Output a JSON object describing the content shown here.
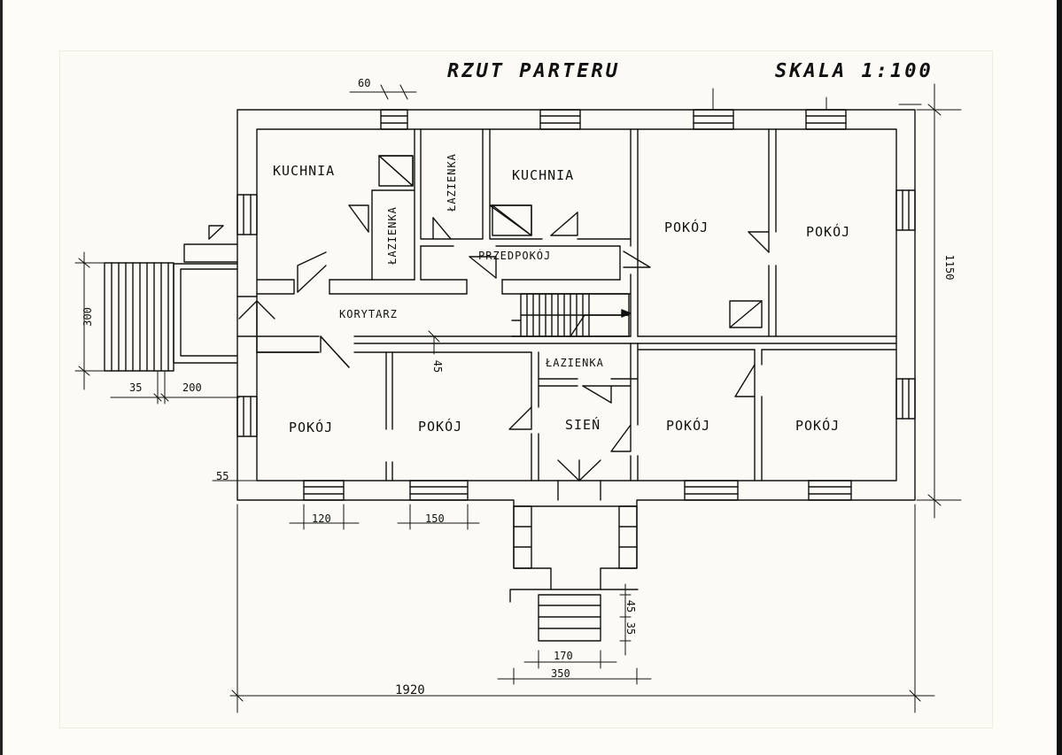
{
  "title": {
    "plan_name": "RZUT PARTERU",
    "scale": "SKALA 1:100"
  },
  "rooms": {
    "kitchen_left": "KUCHNIA",
    "kitchen_center": "KUCHNIA",
    "bathroom_left": "ŁAZIENKA",
    "bathroom_center": "ŁAZIENKA",
    "bathroom_south": "ŁAZIENKA",
    "hallway_small": "PRZEDPOKÓJ",
    "corridor": "KORYTARZ",
    "room_north_center": "POKÓJ",
    "room_north_right": "POKÓJ",
    "room_south_1": "POKÓJ",
    "room_south_2": "POKÓJ",
    "vestibule": "SIEŃ",
    "room_south_3": "POKÓJ",
    "room_south_4": "POKÓJ"
  },
  "dimensions": {
    "window_top": "60",
    "stairs_height": "300",
    "stairs_width": "35",
    "terrace_width": "200",
    "right_height": "1150",
    "wall_partition": "45",
    "wall_left": "55",
    "window_south_1": "120",
    "window_south_2": "150",
    "porch_step_1": "45",
    "porch_step_2": "35",
    "porch_stairs": "170",
    "porch_width": "350",
    "total_width": "1920"
  }
}
